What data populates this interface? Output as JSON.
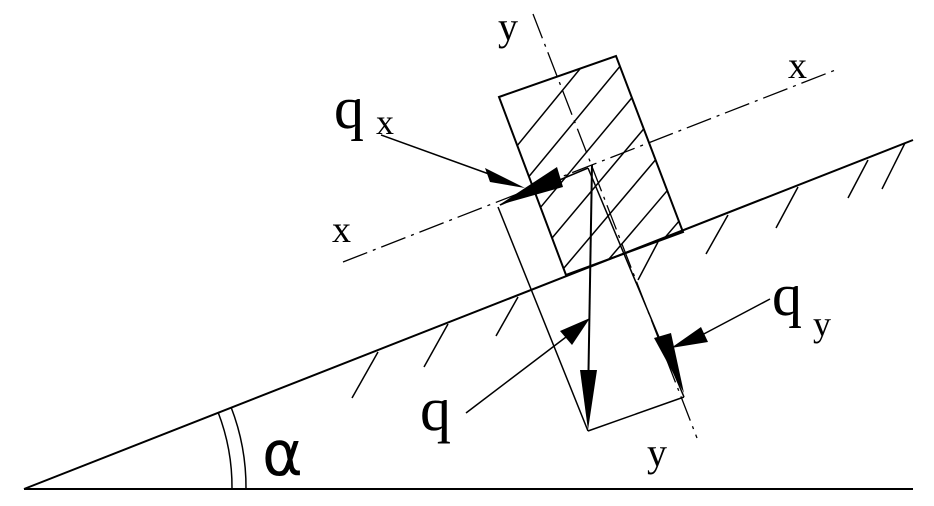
{
  "labels": {
    "q": "q",
    "x_sub": "x",
    "y_sub": "y",
    "axis_x_top": "x",
    "axis_x_left": "x",
    "axis_y_top": "y",
    "axis_y_bottom": "y",
    "angle": "α"
  },
  "colors": {
    "stroke": "#000000",
    "background": "#ffffff"
  }
}
